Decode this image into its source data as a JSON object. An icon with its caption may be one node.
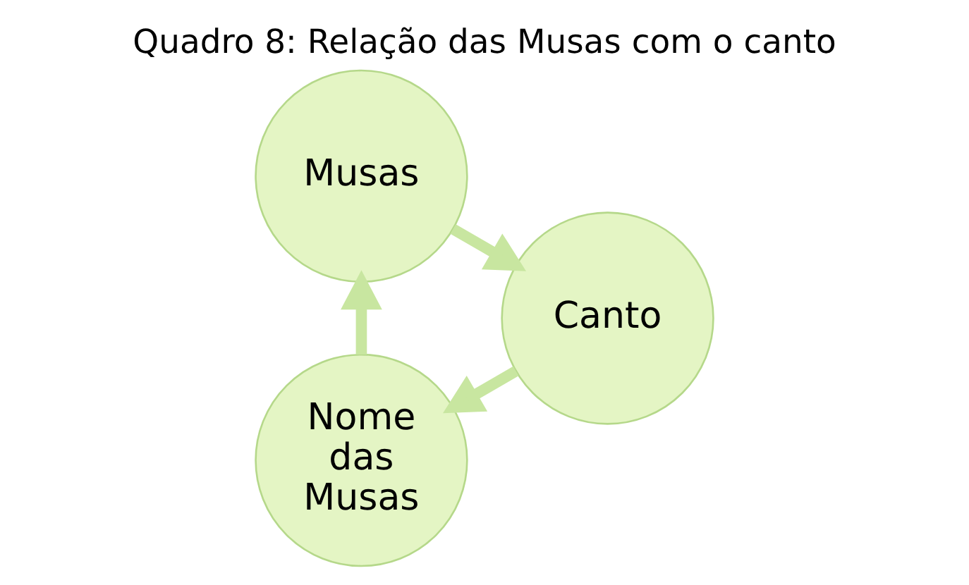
{
  "diagram": {
    "title": "Quadro 8: Relação das Musas com o canto",
    "nodes": [
      {
        "text": [
          "Nome das Musas"
        ]
      },
      {
        "text": [
          "Musas"
        ]
      },
      {
        "text": [
          "Canto"
        ]
      }
    ],
    "edges": [
      {
        "from": 0,
        "to": 1,
        "arrow": "to"
      },
      {
        "from": 1,
        "to": 2,
        "arrow": "to"
      },
      {
        "from": 2,
        "to": 0,
        "arrow": "to"
      }
    ]
  }
}
